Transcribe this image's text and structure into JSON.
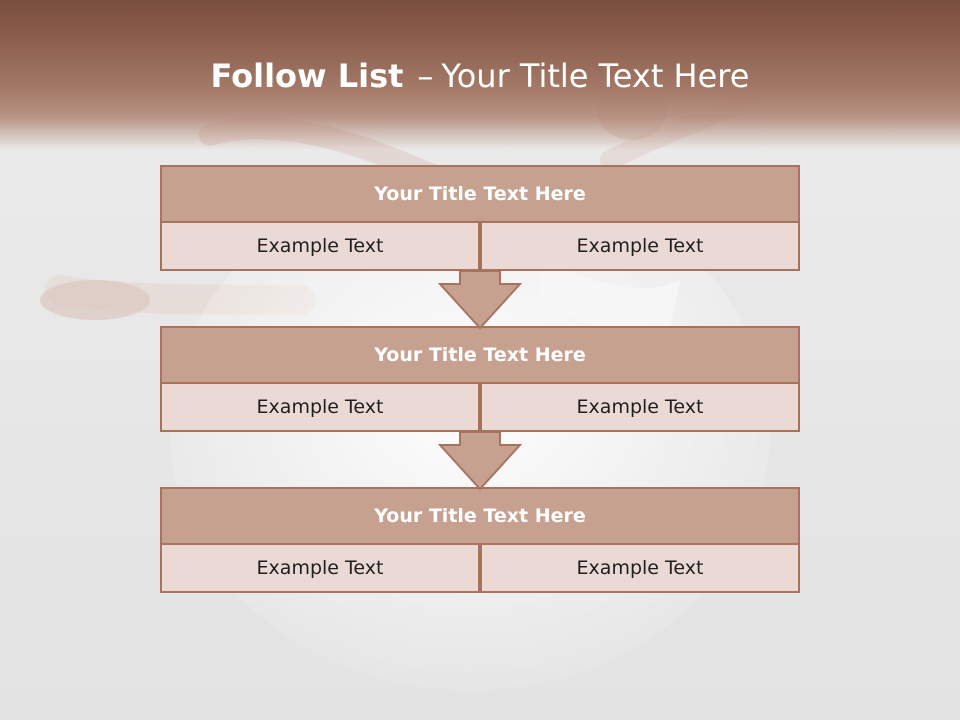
{
  "slide": {
    "title_main": "Follow List",
    "title_separator": "–",
    "title_sub": "Your Title Text Here"
  },
  "rows": [
    {
      "title": "Your Title Text Here",
      "left": "Example Text",
      "right": "Example Text"
    },
    {
      "title": "Your Title Text Here",
      "left": "Example Text",
      "right": "Example Text"
    },
    {
      "title": "Your Title Text Here",
      "left": "Example Text",
      "right": "Example Text"
    }
  ],
  "colors": {
    "header_brown": "#8a5d4c",
    "box_title_fill": "#c7a190",
    "box_cell_fill": "#ead9d4",
    "box_border": "#a8735e",
    "arrow_fill": "#c7a190"
  }
}
